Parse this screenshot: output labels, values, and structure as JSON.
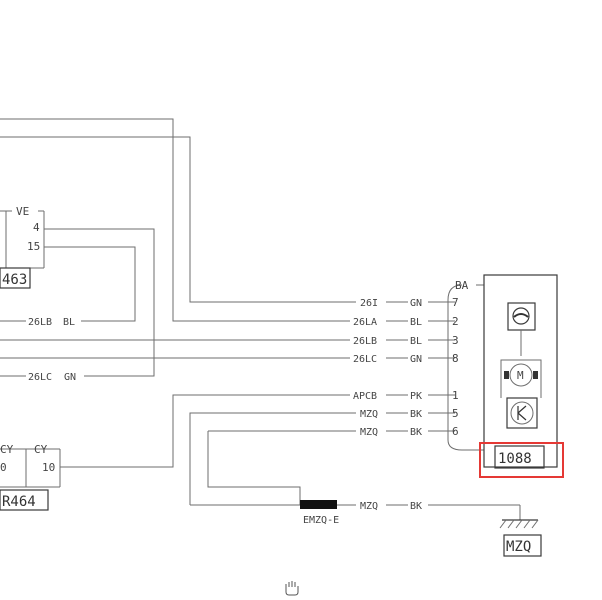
{
  "connector_left_top": {
    "name": "VE",
    "pins": [
      "4",
      "15"
    ],
    "ref": "463"
  },
  "connector_left_bottom": {
    "pin_names": [
      "CY",
      "CY"
    ],
    "pins": [
      "0",
      "10"
    ],
    "ref": "R464"
  },
  "wires": [
    {
      "id": "26I",
      "color": "GN",
      "pin": "7"
    },
    {
      "id": "26LA",
      "color": "BL",
      "pin": "2"
    },
    {
      "id": "26LB",
      "color": "BL",
      "pin": "3"
    },
    {
      "id": "26LC",
      "color": "GN",
      "pin": "8"
    },
    {
      "id": "APCB",
      "color": "PK",
      "pin": "1"
    },
    {
      "id": "MZQ",
      "color": "BK",
      "pin": "5"
    },
    {
      "id": "MZQ",
      "color": "BK",
      "pin": "6"
    }
  ],
  "left_wire_labels": [
    {
      "id": "26LB",
      "color": "BL"
    },
    {
      "id": "26LC",
      "color": "GN"
    }
  ],
  "component": {
    "connector": "BA",
    "ref": "1088",
    "motor_symbol": "M"
  },
  "splice": {
    "name": "EMZQ-E",
    "out_id": "MZQ",
    "out_color": "BK"
  },
  "ground": {
    "name": "MZQ"
  },
  "colors": {
    "highlight": "#e53935",
    "line": "#6e6e6e"
  },
  "icons": {
    "cursor": "hand-cursor-icon"
  }
}
